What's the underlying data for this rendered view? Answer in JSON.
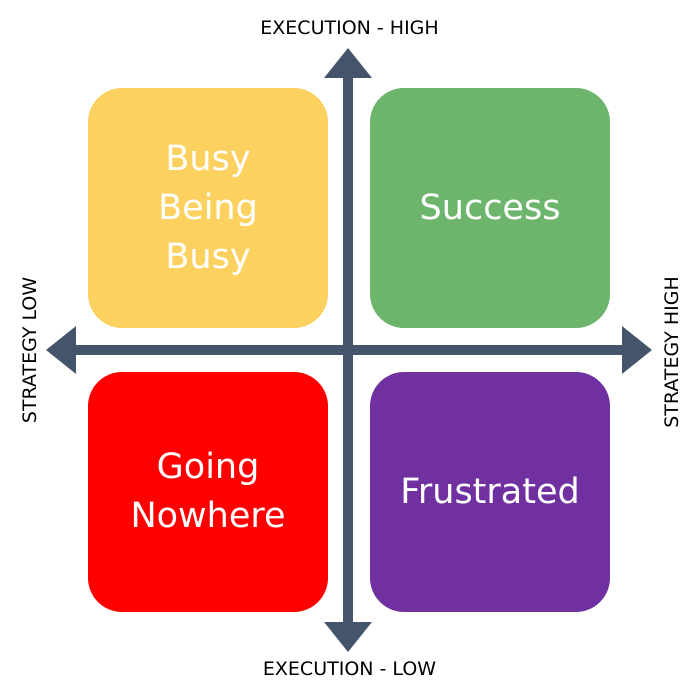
{
  "axes": {
    "top": "EXECUTION - HIGH",
    "bottom": "EXECUTION - LOW",
    "left": "STRATEGY LOW",
    "right": "STRATEGY HIGH",
    "color": "#44546A"
  },
  "quadrants": [
    {
      "label": "Busy\nBeing\nBusy",
      "color": "#FDD15F"
    },
    {
      "label": "Success",
      "color": "#6DB56D"
    },
    {
      "label": "Going\nNowhere",
      "color": "#FF0000"
    },
    {
      "label": "Frustrated",
      "color": "#7030A0"
    }
  ]
}
